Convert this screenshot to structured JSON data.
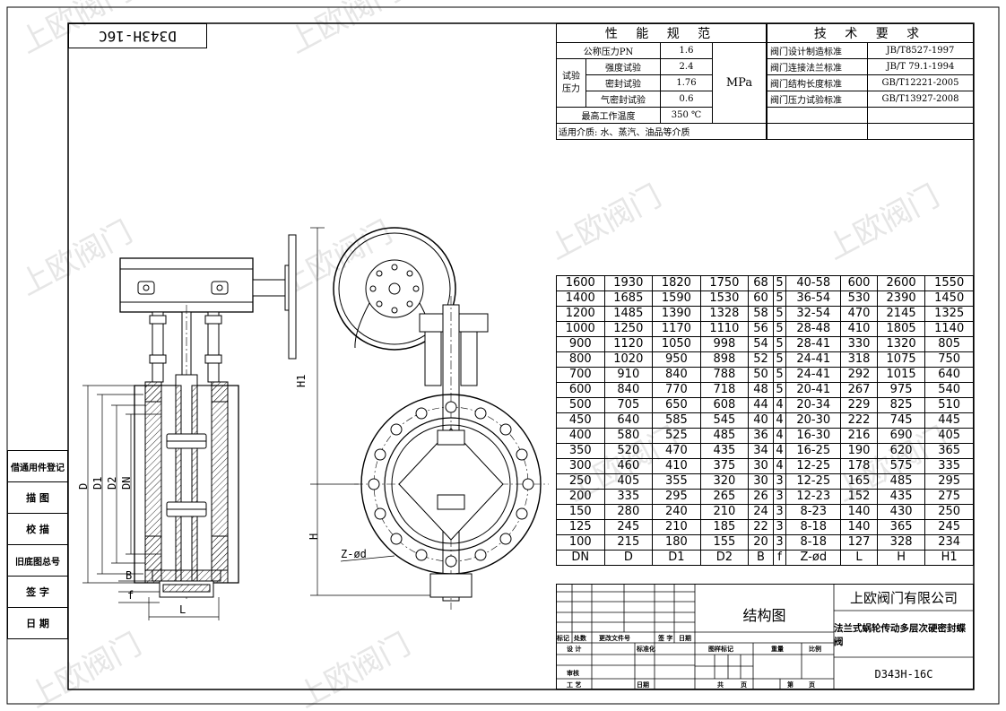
{
  "drawing_code": "D343H-16C",
  "performance": {
    "title": "性 能 规 范",
    "rows": [
      {
        "label": "公称压力PN",
        "value": "1.6"
      },
      {
        "label": "强度试验",
        "value": "2.4"
      },
      {
        "label": "密封试验",
        "value": "1.76"
      },
      {
        "label": "气密封试验",
        "value": "0.6"
      }
    ],
    "test_group_label": "试验\n压力",
    "unit": "MPa",
    "max_temp_label": "最高工作温度",
    "max_temp_value": "350 ℃",
    "medium": "适用介质: 水、蒸汽、油品等介质"
  },
  "technical": {
    "title": "技 术 要 求",
    "rows": [
      {
        "label": "阀门设计制造标准",
        "value": "JB/T8527-1997"
      },
      {
        "label": "阀门连接法兰标准",
        "value": "JB/T 79.1-1994"
      },
      {
        "label": "阀门结构长度标准",
        "value": "GB/T12221-2005"
      },
      {
        "label": "阀门压力试验标准",
        "value": "GB/T13927-2008"
      }
    ]
  },
  "dimensions": {
    "headers": [
      "DN",
      "D",
      "D1",
      "D2",
      "B",
      "f",
      "Z-ød",
      "L",
      "H",
      "H1"
    ],
    "rows": [
      [
        "1600",
        "1930",
        "1820",
        "1750",
        "68",
        "5",
        "40-58",
        "600",
        "2600",
        "1550"
      ],
      [
        "1400",
        "1685",
        "1590",
        "1530",
        "60",
        "5",
        "36-54",
        "530",
        "2390",
        "1450"
      ],
      [
        "1200",
        "1485",
        "1390",
        "1328",
        "58",
        "5",
        "32-54",
        "470",
        "2145",
        "1325"
      ],
      [
        "1000",
        "1250",
        "1170",
        "1110",
        "56",
        "5",
        "28-48",
        "410",
        "1805",
        "1140"
      ],
      [
        "900",
        "1120",
        "1050",
        "998",
        "54",
        "5",
        "28-41",
        "330",
        "1320",
        "805"
      ],
      [
        "800",
        "1020",
        "950",
        "898",
        "52",
        "5",
        "24-41",
        "318",
        "1075",
        "750"
      ],
      [
        "700",
        "910",
        "840",
        "788",
        "50",
        "5",
        "24-41",
        "292",
        "1015",
        "640"
      ],
      [
        "600",
        "840",
        "770",
        "718",
        "48",
        "5",
        "20-41",
        "267",
        "975",
        "540"
      ],
      [
        "500",
        "705",
        "650",
        "608",
        "44",
        "4",
        "20-34",
        "229",
        "825",
        "510"
      ],
      [
        "450",
        "640",
        "585",
        "545",
        "40",
        "4",
        "20-30",
        "222",
        "745",
        "445"
      ],
      [
        "400",
        "580",
        "525",
        "485",
        "36",
        "4",
        "16-30",
        "216",
        "690",
        "405"
      ],
      [
        "350",
        "520",
        "470",
        "435",
        "34",
        "4",
        "16-25",
        "190",
        "620",
        "365"
      ],
      [
        "300",
        "460",
        "410",
        "375",
        "30",
        "4",
        "12-25",
        "178",
        "575",
        "335"
      ],
      [
        "250",
        "405",
        "355",
        "320",
        "30",
        "3",
        "12-25",
        "165",
        "485",
        "295"
      ],
      [
        "200",
        "335",
        "295",
        "265",
        "26",
        "3",
        "12-23",
        "152",
        "435",
        "275"
      ],
      [
        "150",
        "280",
        "240",
        "210",
        "24",
        "3",
        "8-23",
        "140",
        "430",
        "250"
      ],
      [
        "125",
        "245",
        "210",
        "185",
        "22",
        "3",
        "8-18",
        "140",
        "365",
        "245"
      ],
      [
        "100",
        "215",
        "180",
        "155",
        "20",
        "3",
        "8-18",
        "127",
        "328",
        "234"
      ]
    ]
  },
  "side_panel": [
    "借通用件登记",
    "描 图",
    "校 描",
    "旧底图总号",
    "签 字",
    "日 期"
  ],
  "drawing_labels": {
    "D": "D",
    "D1": "D1",
    "D2": "D2",
    "DN": "DN",
    "H": "H",
    "H1": "H1",
    "B": "B",
    "f": "f",
    "L": "L",
    "Zd": "Z-ød"
  },
  "title_block": {
    "company": "上欧阀门有限公司",
    "drawing_title": "结构图",
    "product_name": "法兰式蜗轮传动多层次硬密封蝶阀",
    "code": "D343H-16C",
    "labels": {
      "mark": "标记",
      "count": "处数",
      "change_doc": "更改文件号",
      "sign": "签 字",
      "date": "日期",
      "design": "设 计",
      "standardize": "标准化",
      "stage_mark": "图样标记",
      "weight": "重量",
      "scale": "比例",
      "review": "审核",
      "process": "工 艺",
      "date2": "日期",
      "total": "共",
      "sheet": "页",
      "num": "第",
      "sheet2": "页"
    }
  },
  "watermark": "上欧阀门"
}
